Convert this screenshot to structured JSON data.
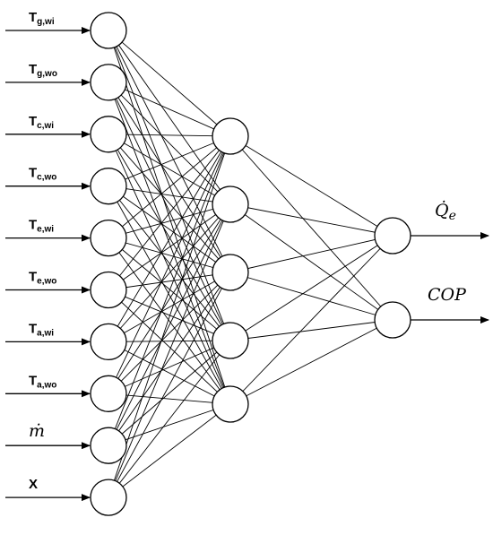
{
  "inputs": [
    {
      "main": "T",
      "sub": "g,wi"
    },
    {
      "main": "T",
      "sub": "g,wo"
    },
    {
      "main": "T",
      "sub": "c,wi"
    },
    {
      "main": "T",
      "sub": "c,wo"
    },
    {
      "main": "T",
      "sub": "e,wi"
    },
    {
      "main": "T",
      "sub": "e,wo"
    },
    {
      "main": "T",
      "sub": "a,wi"
    },
    {
      "main": "T",
      "sub": "a,wo"
    },
    {
      "main": "ṁ",
      "sub": "",
      "math": true
    },
    {
      "main": "X",
      "sub": ""
    }
  ],
  "hidden_count": 5,
  "outputs": [
    {
      "main": "Q̇",
      "sub": "e",
      "math": true
    },
    {
      "main": "COP",
      "sub": "",
      "math": true
    }
  ]
}
